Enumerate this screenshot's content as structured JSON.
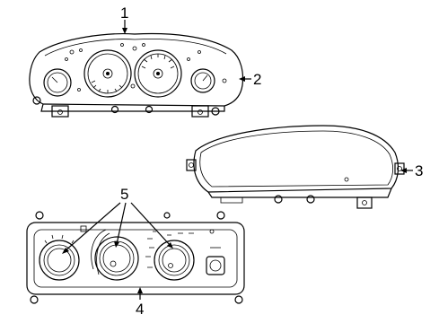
{
  "callouts": [
    {
      "id": "1",
      "label": "1"
    },
    {
      "id": "2",
      "label": "2"
    },
    {
      "id": "3",
      "label": "3"
    },
    {
      "id": "4",
      "label": "4"
    },
    {
      "id": "5",
      "label": "5"
    }
  ],
  "parts": [
    {
      "callout": "1",
      "name": "instrument-cluster"
    },
    {
      "callout": "2",
      "name": "cluster-mounting-tab"
    },
    {
      "callout": "3",
      "name": "cluster-lens"
    },
    {
      "callout": "4",
      "name": "climate-control-panel"
    },
    {
      "callout": "5",
      "name": "control-knobs"
    }
  ]
}
